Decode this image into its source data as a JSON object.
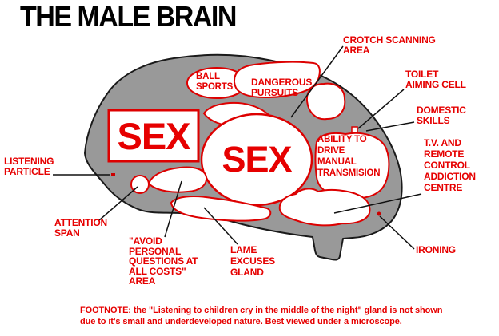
{
  "title": "THE MALE BRAIN",
  "colors": {
    "brain_gray": "#999999",
    "region_border_red": "#dd0000",
    "label_red": "#e60000",
    "outline_black": "#000000"
  },
  "brain_regions": {
    "ball_sports": {
      "line1": "BALL",
      "line2": "SPORTS"
    },
    "dangerous_pursuits": {
      "line1": "DANGEROUS",
      "line2": "PURSUITS"
    },
    "sex_rectangle": {
      "label": "SEX"
    },
    "sex_circle": {
      "label": "SEX"
    },
    "ability_drive": {
      "line1": "ABILITY TO",
      "line2": "DRIVE",
      "line3": "MANUAL",
      "line4": "TRANSMISION"
    }
  },
  "callouts": {
    "crotch_scanning": {
      "line1": "CROTCH SCANNING",
      "line2": "AREA"
    },
    "toilet_aiming": {
      "line1": "TOILET",
      "line2": "AIMING CELL"
    },
    "domestic_skills": {
      "line1": "DOMESTIC",
      "line2": "SKILLS"
    },
    "tv_remote": {
      "line1": "T.V. AND",
      "line2": "REMOTE",
      "line3": "CONTROL",
      "line4": "ADDICTION",
      "line5": "CENTRE"
    },
    "ironing": {
      "line1": "IRONING"
    },
    "listening_particle": {
      "line1": "LISTENING",
      "line2": "PARTICLE"
    },
    "attention_span": {
      "line1": "ATTENTION",
      "line2": "SPAN"
    },
    "avoid_questions": {
      "line1": "\"AVOID",
      "line2": "PERSONAL",
      "line3": "QUESTIONS AT",
      "line4": "ALL COSTS\"",
      "line5": "AREA"
    },
    "lame_excuses": {
      "line1": "LAME",
      "line2": "EXCUSES",
      "line3": "GLAND"
    }
  },
  "footnote": {
    "line1": "FOOTNOTE: the \"Listening to children cry in the middle of the night\" gland is not shown",
    "line2": "due to it's small and underdeveloped nature.  Best viewed under a microscope."
  }
}
